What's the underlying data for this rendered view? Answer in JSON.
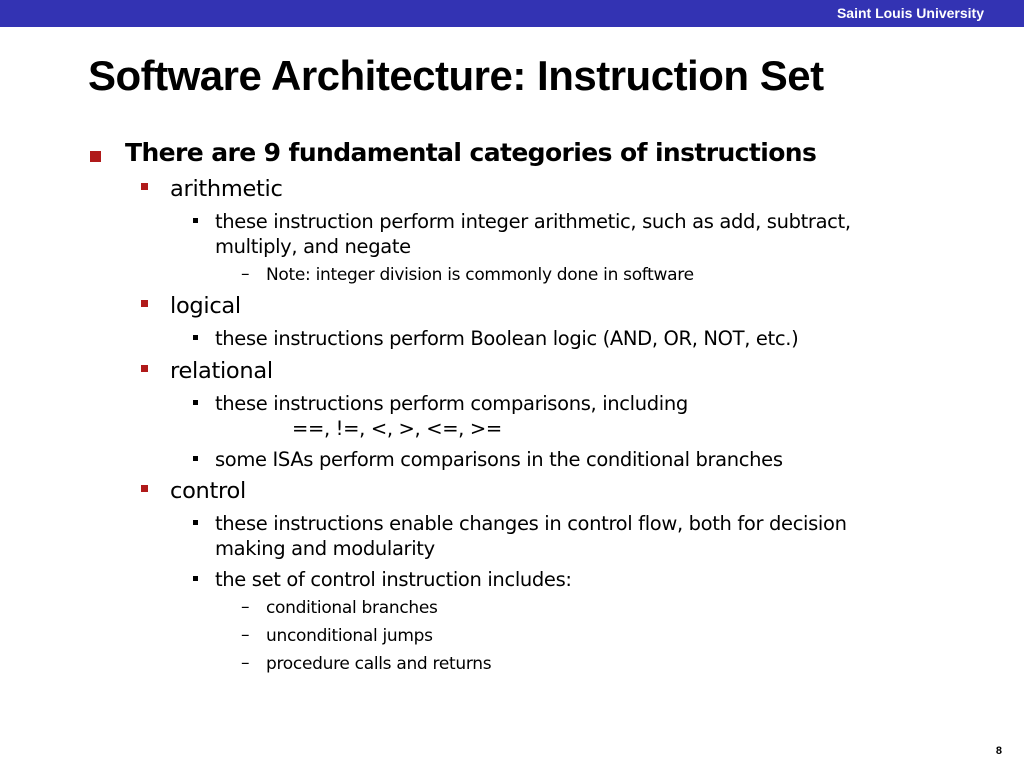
{
  "header": {
    "institution": "Saint Louis University"
  },
  "slide": {
    "title": "Software Architecture:  Instruction Set",
    "page_number": "8"
  },
  "outline": {
    "lead": "There are 9 fundamental categories of instructions",
    "arithmetic": {
      "label": "arithmetic",
      "point1_line1": "these instruction perform integer arithmetic, such as add, subtract,",
      "point1_line2": "multiply, and negate",
      "note": "Note:  integer division is commonly done in software"
    },
    "logical": {
      "label": "logical",
      "point1": "these instructions perform Boolean logic (AND, OR, NOT, etc.)"
    },
    "relational": {
      "label": "relational",
      "point1_line1": "these instructions perform comparisons, including",
      "point1_line2": "==, !=, <, >, <=, >=",
      "point2": "some ISAs perform comparisons in the conditional branches"
    },
    "control": {
      "label": "control",
      "point1_line1": "these instructions enable changes in control flow, both for decision",
      "point1_line2": "making and modularity",
      "point2": "the set of control instruction includes:",
      "items": [
        "conditional branches",
        "unconditional jumps",
        "procedure calls and returns"
      ]
    }
  },
  "colors": {
    "header_bar": "#3333b3",
    "bullet": "#b01a1a"
  },
  "icons": {
    "level1_bullet": "square-bullet",
    "level2_bullet": "square-bullet",
    "level3_bullet": "small-square-bullet",
    "level4_bullet": "en-dash"
  }
}
